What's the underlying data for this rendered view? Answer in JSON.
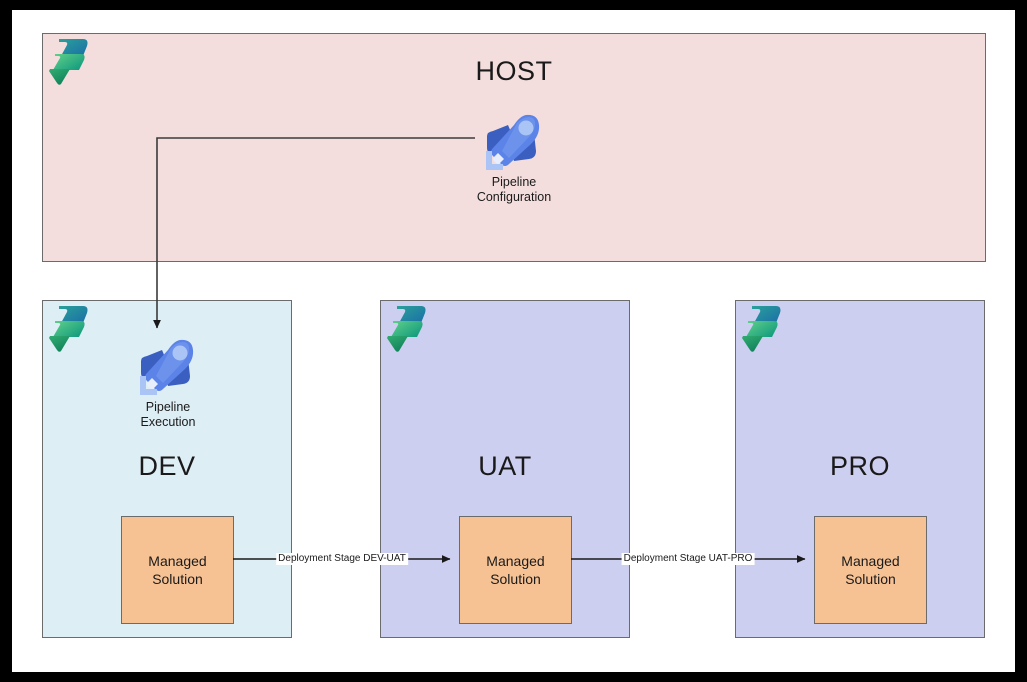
{
  "diagram": {
    "title_host": "HOST",
    "colors": {
      "host_fill": "#f4dedd",
      "dev_fill": "#ddeef4",
      "env_fill": "#cdcff0",
      "solution_fill": "#f6c294",
      "border": "#6b6b6b",
      "rocket_dark": "#3b5fc0",
      "rocket_mid": "#5b83e8",
      "rocket_light": "#a9c4f5",
      "logo_teal": "#0b7a7a",
      "logo_green": "#4fbf6e",
      "frame": "#000000"
    },
    "zones": [
      {
        "id": "host",
        "label": "HOST",
        "logo": "power-platform-logo",
        "node": {
          "icon": "pipeline-rocket-icon",
          "caption": "Pipeline\nConfiguration"
        }
      },
      {
        "id": "dev",
        "label": "DEV",
        "logo": "power-platform-logo",
        "node": {
          "icon": "pipeline-rocket-icon",
          "caption": "Pipeline\nExecution"
        },
        "solution": "Managed\nSolution"
      },
      {
        "id": "uat",
        "label": "UAT",
        "logo": "power-platform-logo",
        "solution": "Managed\nSolution"
      },
      {
        "id": "pro",
        "label": "PRO",
        "logo": "power-platform-logo",
        "solution": "Managed\nSolution"
      }
    ],
    "connectors": [
      {
        "id": "host-to-dev",
        "label": ""
      },
      {
        "id": "dev-to-uat",
        "label": "Deployment Stage DEV-UAT"
      },
      {
        "id": "uat-to-pro",
        "label": "Deployment Stage UAT-PRO"
      }
    ]
  }
}
